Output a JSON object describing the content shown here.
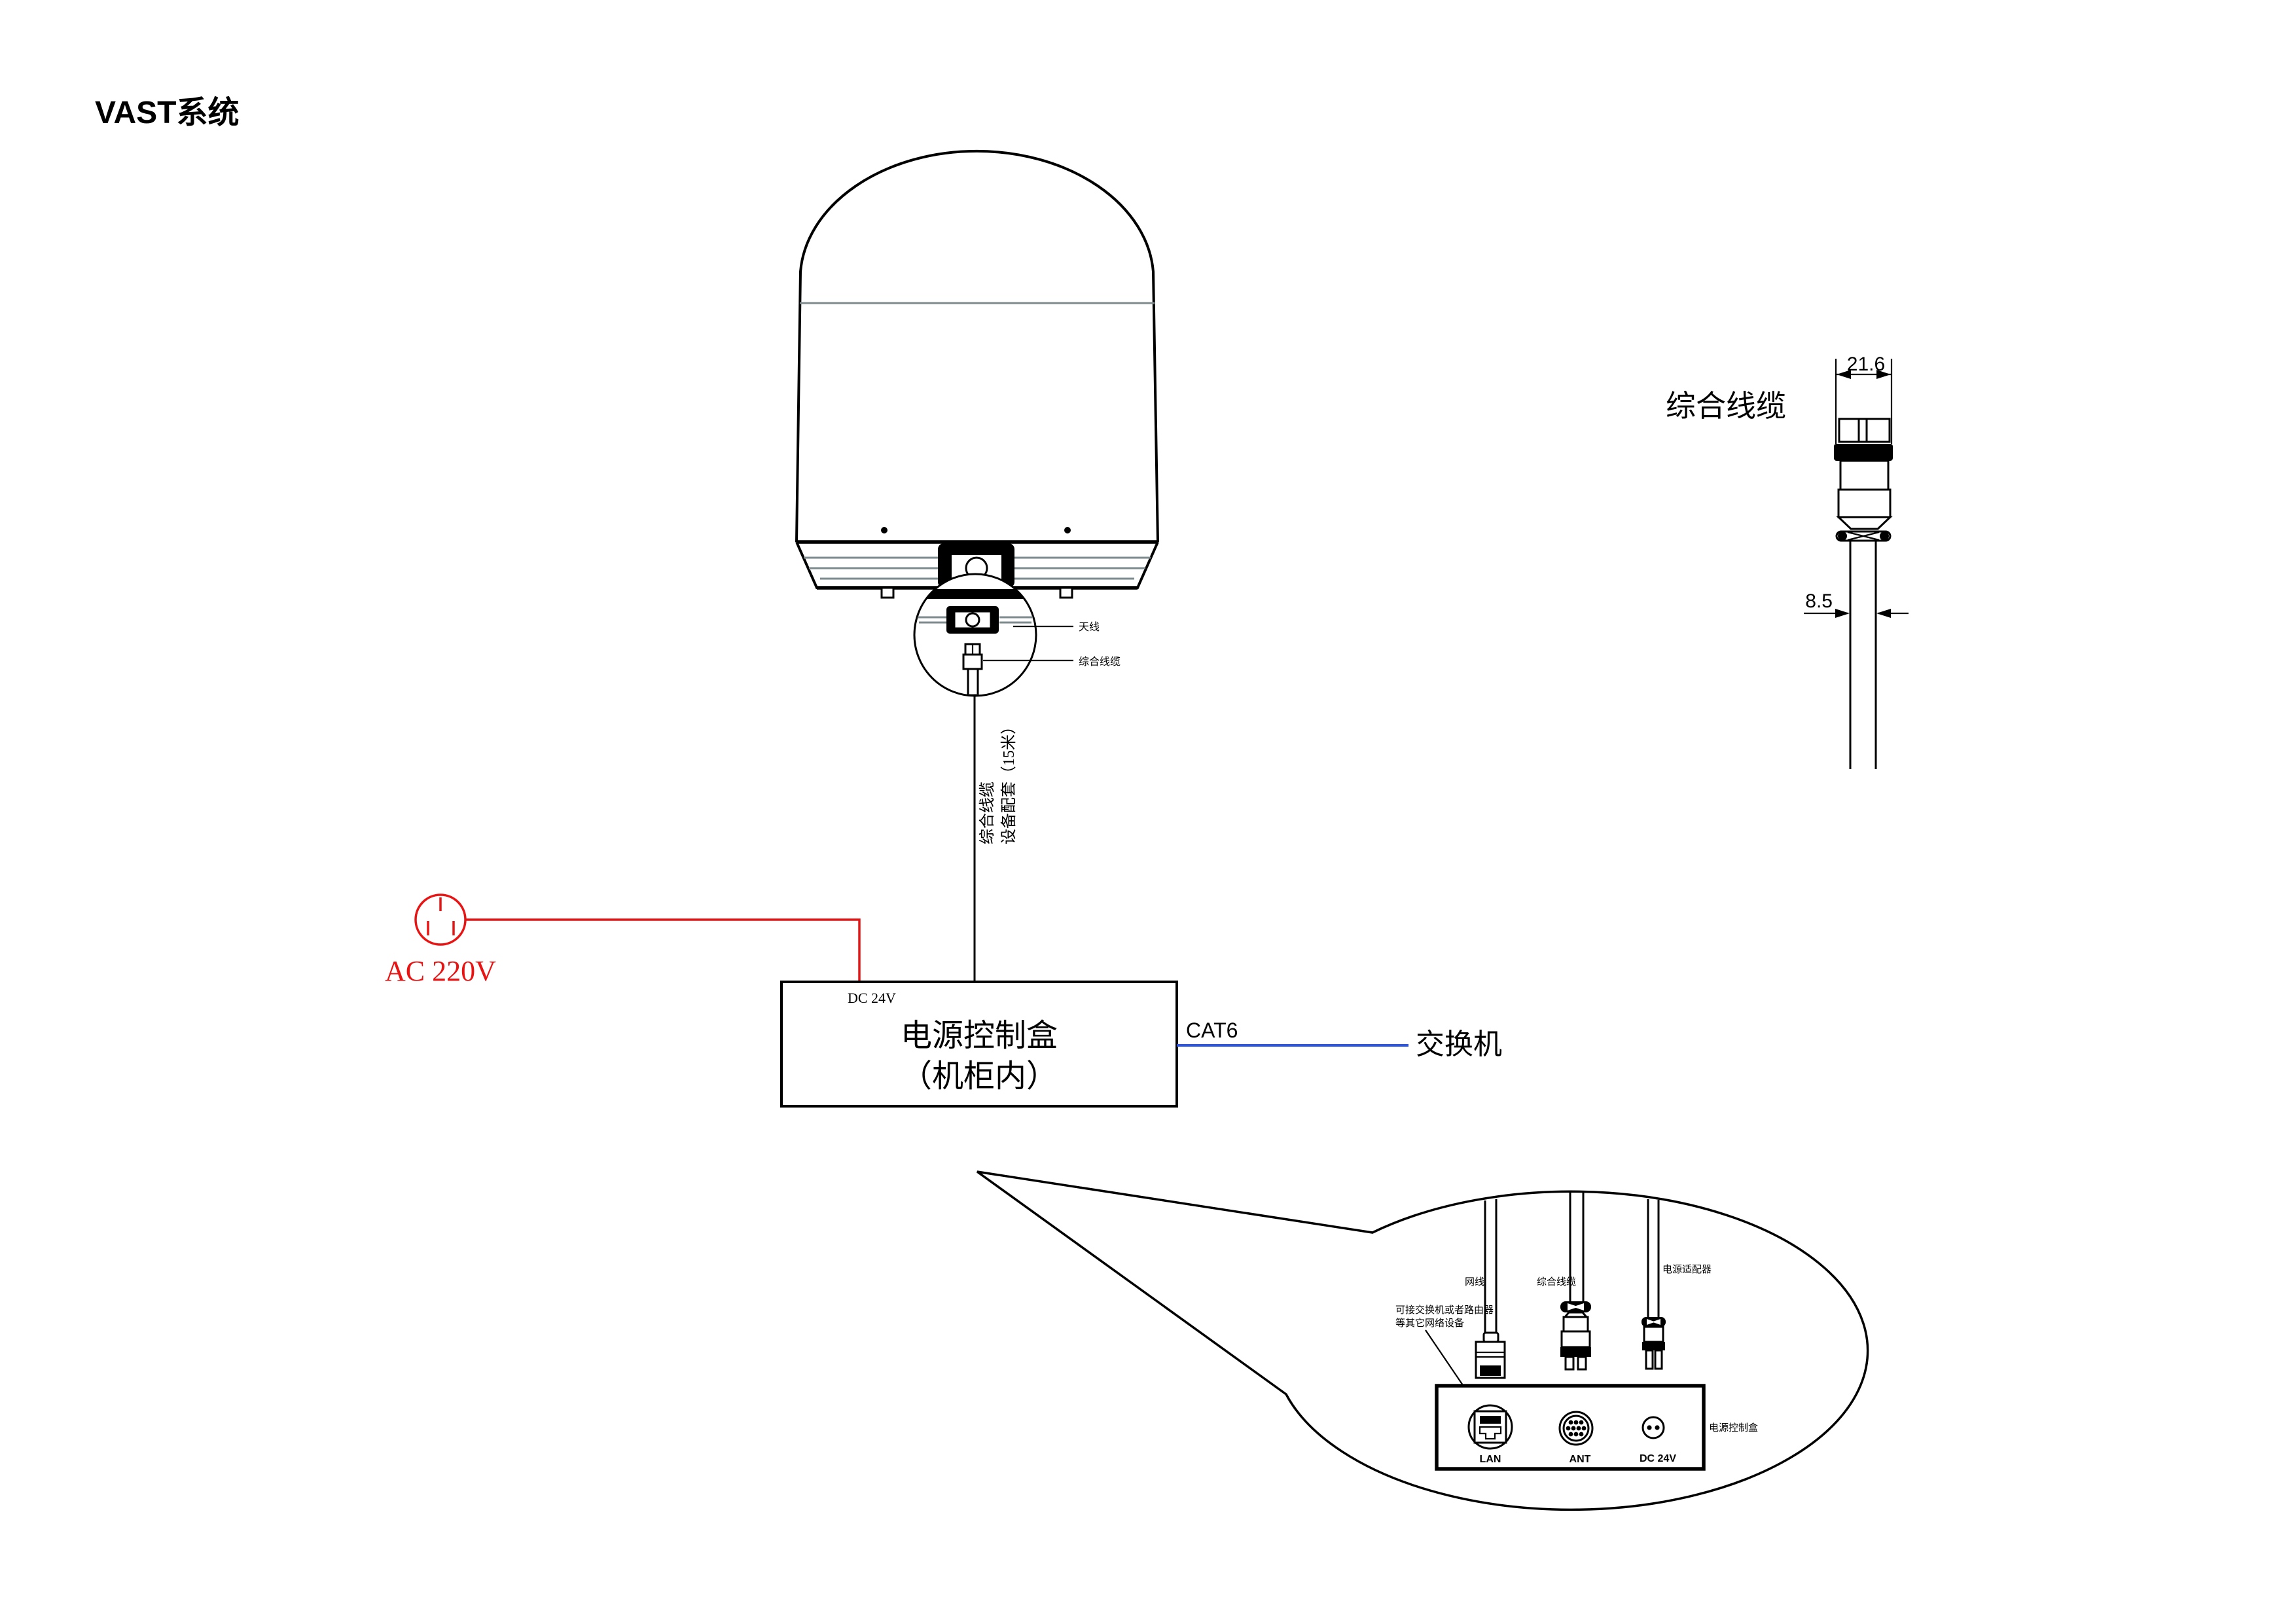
{
  "page": {
    "title": "VAST系统",
    "background": "#ffffff"
  },
  "colors": {
    "wire_red": "#e81313",
    "wire_blue": "#2b55e6",
    "dome_accent_gray": "#7d8a8e",
    "ink": "#000000"
  },
  "antenna_detail": {
    "antenna_label": "天线",
    "cable_label": "综合线缆"
  },
  "cable_note": {
    "line1": "综合线缆",
    "line2": "设备配套（15米）"
  },
  "power_input": {
    "label": "AC 220V"
  },
  "control_box": {
    "dc_label": "DC 24V",
    "name_line1": "电源控制盒",
    "name_line2": "（机柜内）"
  },
  "network": {
    "cable_label": "CAT6",
    "switch_label": "交换机"
  },
  "connector_detail": {
    "title": "综合线缆",
    "dim_width": "21.6",
    "dim_cable": "8.5"
  },
  "balloon": {
    "cable1_label": "网线",
    "cable2_label": "综合线缆",
    "cable3_label": "电源适配器",
    "note_line1": "可接交换机或者路由器",
    "note_line2": "等其它网络设备",
    "port1_label": "LAN",
    "port2_label": "ANT",
    "port3_label": "DC 24V",
    "panel_label": "电源控制盒"
  }
}
